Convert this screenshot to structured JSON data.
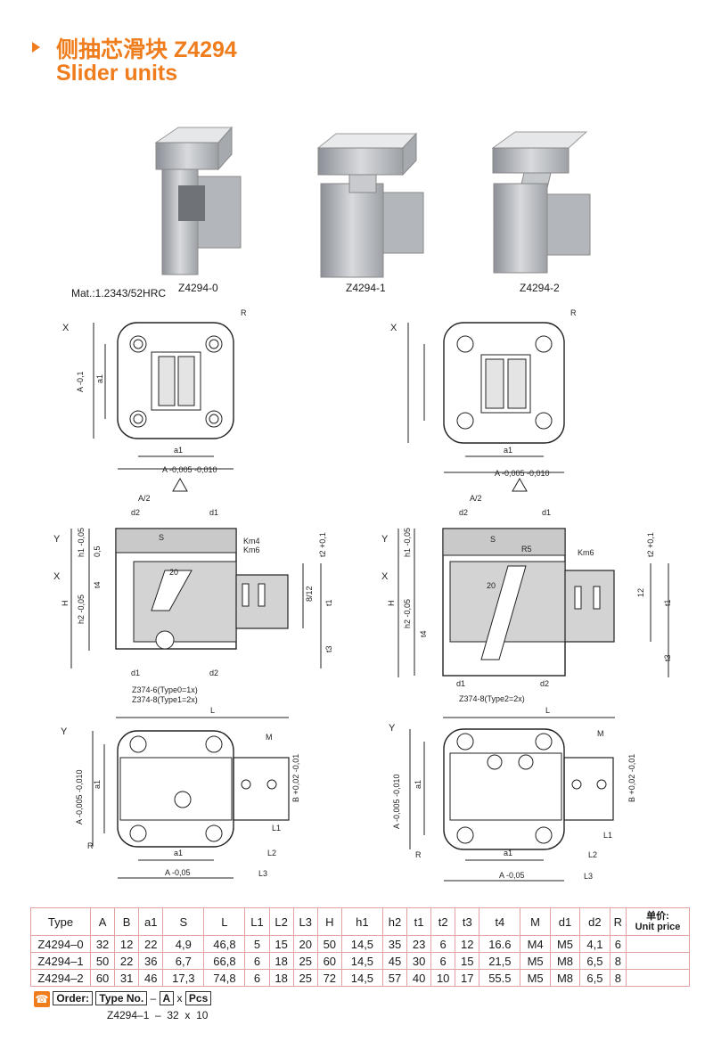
{
  "header": {
    "title_cn": "侧抽芯滑块 Z4294",
    "title_en": "Slider units"
  },
  "material": "Mat.:1.2343/52HRC",
  "photos": [
    {
      "label": "Z4294-0"
    },
    {
      "label": "Z4294-1"
    },
    {
      "label": "Z4294-2"
    }
  ],
  "drawing_labels": {
    "X": "X",
    "Y": "Y",
    "R": "R",
    "a1": "a1",
    "A_tol": "A -0,005 -0,010",
    "A_v": "A -0,1",
    "A_half": "A/2",
    "d1": "d1",
    "d2": "d2",
    "S": "S",
    "Km4": "Km4",
    "Km6": "Km6",
    "R5": "R5",
    "angle20": "20",
    "H": "H",
    "h1": "h1 -0,05",
    "h2": "h2 -0,05",
    "h1_right": "h1 -0,05",
    "h2_right": "h2 -0,05",
    "t1": "t1",
    "t2": "t2 +0,1",
    "t3": "t3",
    "t4": "t4",
    "dim812": "8/12",
    "dim12": "12",
    "dim05": "0,5",
    "L": "L",
    "M": "M",
    "B_tol": "B +0,02 -0,01",
    "L1": "L1",
    "L2": "L2",
    "L3": "L3",
    "A005": "A -0,05",
    "A010": "A -0,005 -0,010",
    "z374_left_a": "Z374-6(Type0=1x)",
    "z374_left_b": "Z374-8(Type1=2x)",
    "z374_right": "Z374-8(Type2=2x)"
  },
  "table": {
    "headers": [
      "Type",
      "A",
      "B",
      "a1",
      "S",
      "L",
      "L1",
      "L2",
      "L3",
      "H",
      "h1",
      "h2",
      "t1",
      "t2",
      "t3",
      "t4",
      "M",
      "d1",
      "d2",
      "R"
    ],
    "price_header_cn": "单价:",
    "price_header_en": "Unit price",
    "rows": [
      [
        "Z4294–0",
        "32",
        "12",
        "22",
        "4,9",
        "46,8",
        "5",
        "15",
        "20",
        "50",
        "14,5",
        "35",
        "23",
        "6",
        "12",
        "16.6",
        "M4",
        "M5",
        "4,1",
        "6"
      ],
      [
        "Z4294–1",
        "50",
        "22",
        "36",
        "6,7",
        "66,8",
        "6",
        "18",
        "25",
        "60",
        "14,5",
        "45",
        "30",
        "6",
        "15",
        "21,5",
        "M5",
        "M8",
        "6,5",
        "8"
      ],
      [
        "Z4294–2",
        "60",
        "31",
        "46",
        "17,3",
        "74,8",
        "6",
        "18",
        "25",
        "72",
        "14,5",
        "57",
        "40",
        "10",
        "17",
        "55.5",
        "M5",
        "M8",
        "6,5",
        "8"
      ]
    ]
  },
  "order": {
    "label": "Order:",
    "type_no": "Type No.",
    "dash": "–",
    "a": "A",
    "x": "x",
    "pcs": "Pcs",
    "example": "Z4294–1  –  32  x  10"
  },
  "colors": {
    "accent": "#f07d1d",
    "table_border": "#e2a2a2"
  }
}
